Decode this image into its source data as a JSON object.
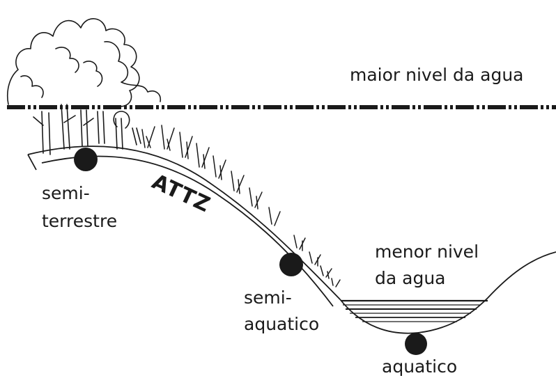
{
  "labels": {
    "high_water": "maior nivel da agua",
    "low_water_line1": "menor nivel",
    "low_water_line2": "da agua",
    "zone": "ATTZ",
    "semi_terrestrial_line1": "semi-",
    "semi_terrestrial_line2": "terrestre",
    "semi_aquatic_line1": "semi-",
    "semi_aquatic_line2": "aquatico",
    "aquatic": "aquatico"
  },
  "colors": {
    "ink": "#1a1a1a",
    "background": "#ffffff"
  }
}
